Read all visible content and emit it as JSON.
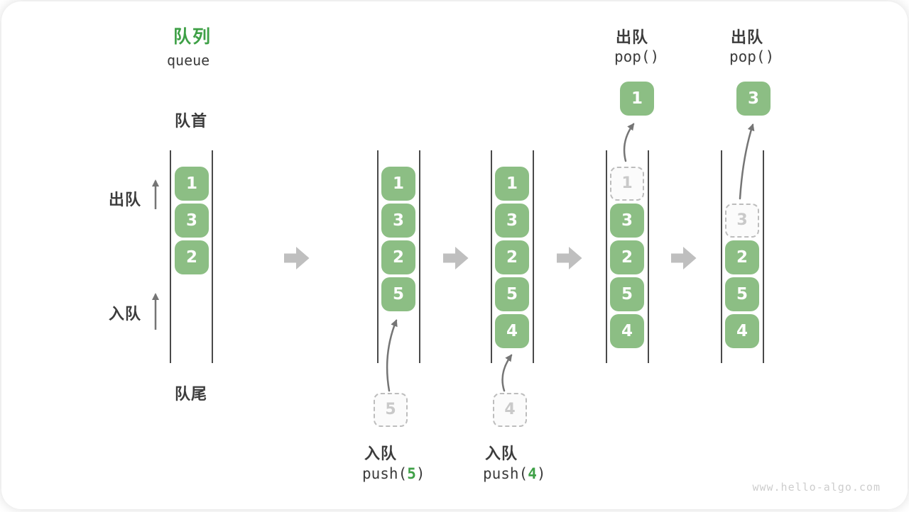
{
  "title": {
    "zh": "队列",
    "en": "queue"
  },
  "labels": {
    "front": "队首",
    "rear": "队尾",
    "dequeue_side": "出队",
    "enqueue_side": "入队"
  },
  "ops": {
    "push1": {
      "zh": "入队",
      "code_prefix": "push(",
      "arg": "5",
      "code_suffix": ")"
    },
    "push2": {
      "zh": "入队",
      "code_prefix": "push(",
      "arg": "4",
      "code_suffix": ")"
    },
    "pop1": {
      "zh": "出队",
      "code": "pop()"
    },
    "pop2": {
      "zh": "出队",
      "code": "pop()"
    }
  },
  "states": [
    {
      "boxes": [
        "1",
        "3",
        "2"
      ]
    },
    {
      "boxes": [
        "1",
        "3",
        "2",
        "5"
      ],
      "incoming": "5"
    },
    {
      "boxes": [
        "1",
        "3",
        "2",
        "5",
        "4"
      ],
      "incoming": "4"
    },
    {
      "boxes": [
        "3",
        "2",
        "5",
        "4"
      ],
      "ghost": "1",
      "popped": "1"
    },
    {
      "boxes": [
        "2",
        "5",
        "4"
      ],
      "ghost": "3",
      "popped": "3"
    }
  ],
  "watermark": "www.hello-algo.com",
  "colors": {
    "box_green": "#8CBE84",
    "accent_green": "#3EA046",
    "thin_arrow_gray": "#757575",
    "block_arrow_gray": "#BFBFBF",
    "channel_line": "#4A4A4A",
    "dashed_border": "#BDBDBD",
    "text_dark": "#3C3C3C",
    "ghost_text": "#C9C9C9",
    "watermark_gray": "#CDCDCD"
  }
}
